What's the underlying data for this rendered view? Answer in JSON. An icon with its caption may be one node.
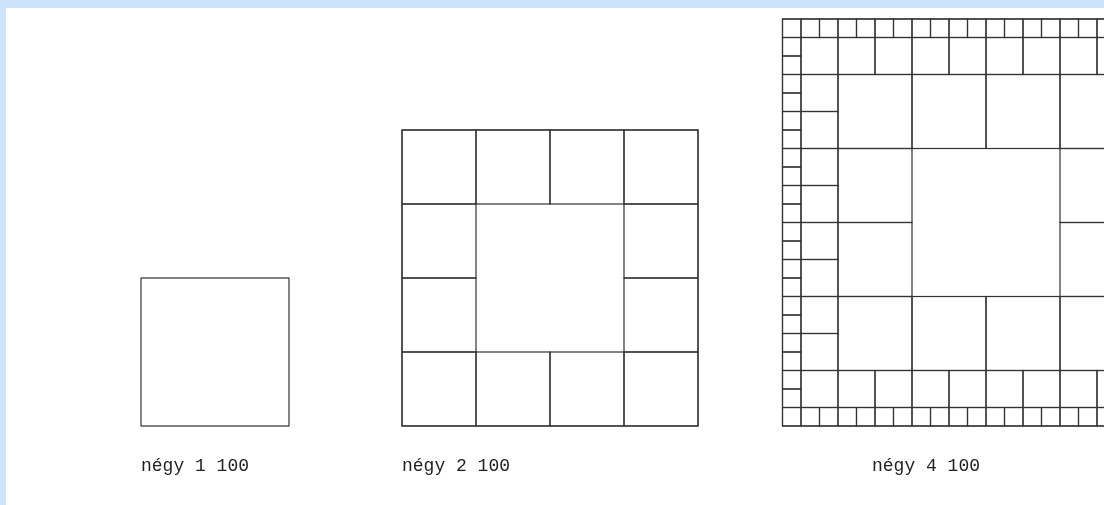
{
  "diagram": {
    "labels": [
      "négy 1 100",
      "négy 2 100",
      "négy 4 100"
    ]
  }
}
